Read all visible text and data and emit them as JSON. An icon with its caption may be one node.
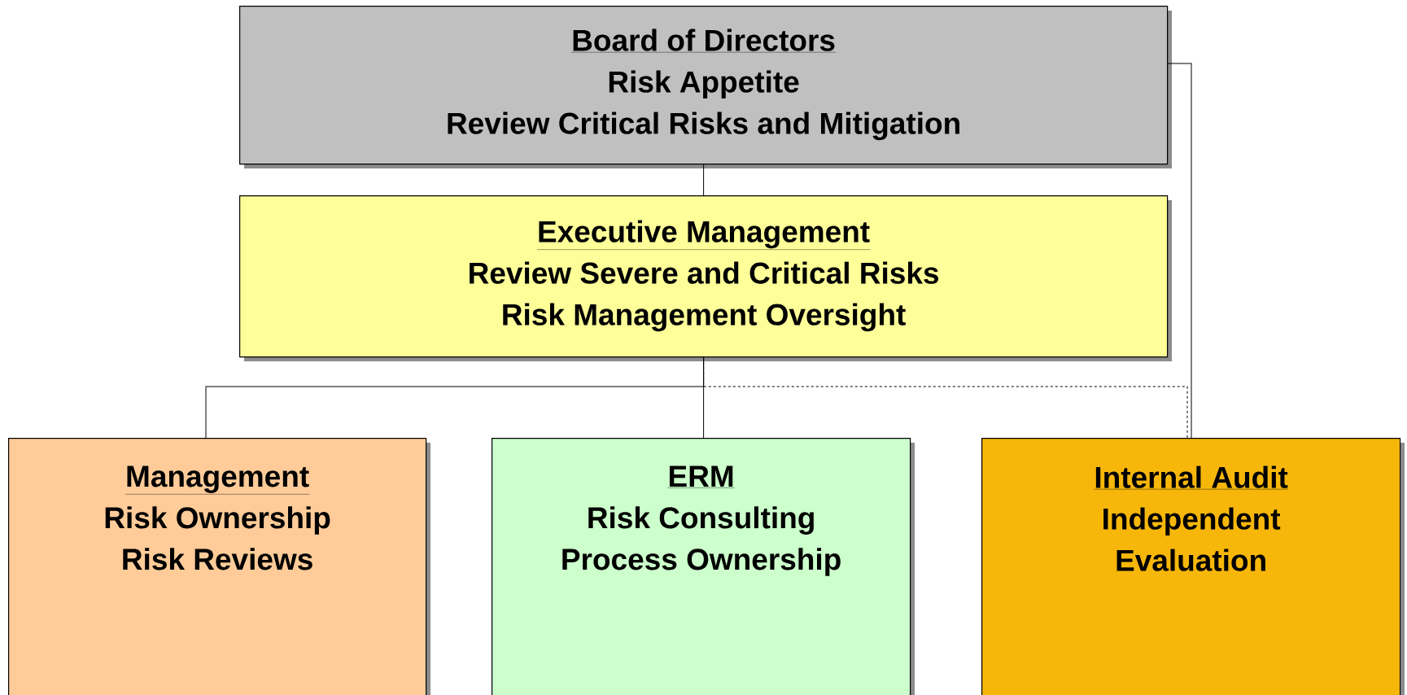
{
  "diagram": {
    "nodes": [
      {
        "text": [
          "Board of Directors",
          "Risk Appetite",
          "Review Critical Risks and Mitigation"
        ]
      },
      {
        "text": [
          "Executive Management",
          "Review Severe and Critical Risks",
          "Risk Management Oversight"
        ]
      },
      {
        "text": [
          "Management",
          "Risk Ownership",
          "Risk Reviews"
        ]
      },
      {
        "text": [
          "ERM",
          "Risk Consulting",
          "Process Ownership"
        ]
      },
      {
        "text": [
          "Internal Audit",
          "Independent Evaluation"
        ]
      }
    ],
    "edges": [
      {
        "from": 0,
        "to": 1,
        "arrow": "none"
      },
      {
        "from": 1,
        "to": 2,
        "arrow": "none"
      },
      {
        "from": 1,
        "to": 3,
        "arrow": "none"
      },
      {
        "from": 1,
        "to": 4,
        "arrow": "none",
        "style": "dashed"
      },
      {
        "from": 0,
        "to": 4,
        "arrow": "none"
      }
    ]
  }
}
